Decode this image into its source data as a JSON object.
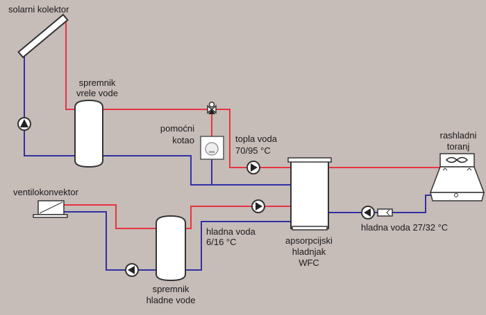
{
  "colors": {
    "background": "#c6bcb8",
    "hot_pipe": "#e8333f",
    "cold_pipe": "#3030a0",
    "component_fill": "#ffffff",
    "component_stroke": "#333333"
  },
  "labels": {
    "solar_collector": "solarni kolektor",
    "hot_tank_line1": "spremnik",
    "hot_tank_line2": "vrele vode",
    "aux_boiler_line1": "pomoćni",
    "aux_boiler_line2": "kotao",
    "hot_water_line1": "topla voda",
    "hot_water_line2": "70/95 °C",
    "cooling_tower_line1": "rashladni",
    "cooling_tower_line2": "toranj",
    "fan_coil": "ventilokonvektor",
    "chilled_water_line1": "hladna voda",
    "chilled_water_line2": "6/16 °C",
    "chiller_line1": "apsorpcijski",
    "chiller_line2": "hladnjak",
    "chiller_line3": "WFC",
    "cooling_water": "hladna voda 27/32 °C",
    "cold_tank_line1": "spremnik",
    "cold_tank_line2": "hladne vode"
  }
}
